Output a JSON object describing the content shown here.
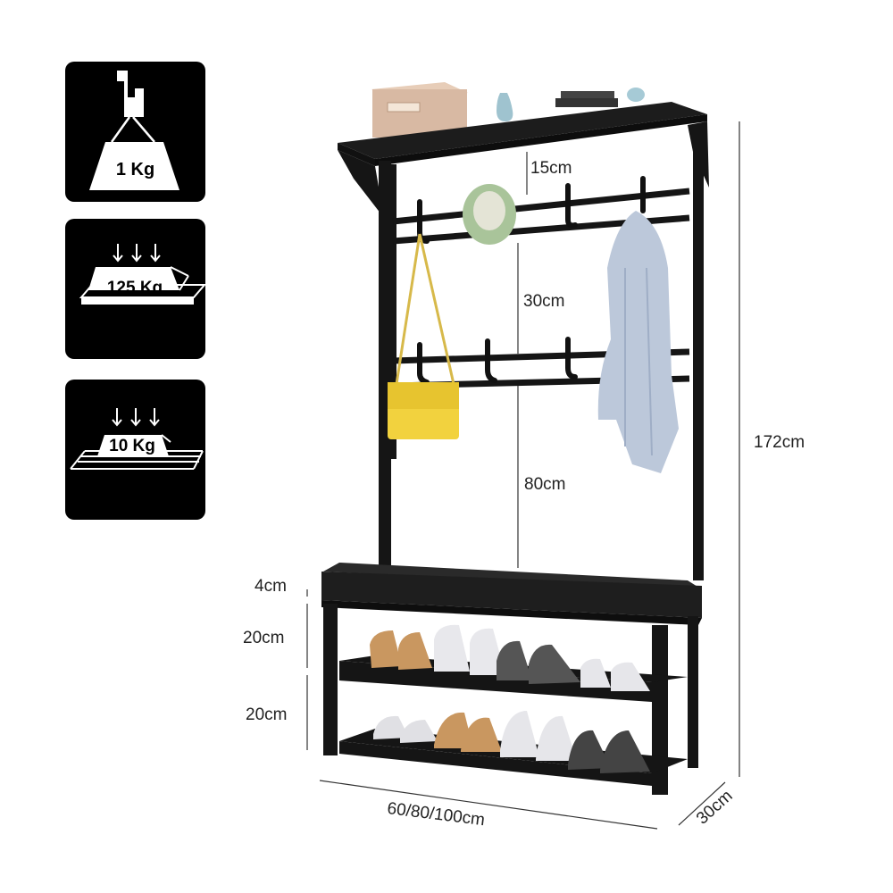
{
  "badges": {
    "hook_load": "1 Kg",
    "bench_load": "125 Kg",
    "shelf_load": "10 Kg"
  },
  "dimensions": {
    "shelf_to_hook": "15cm",
    "hook_to_hook": "30cm",
    "hook_to_bench": "80cm",
    "seat_thickness": "4cm",
    "upper_shelf_gap": "20cm",
    "lower_shelf_gap": "20cm",
    "total_height": "172cm",
    "width": "60/80/100cm",
    "depth": "30cm"
  },
  "colors": {
    "frame": "#151515",
    "badge_bg": "#000000",
    "box": "#d8b9a3",
    "hat": "#a9c49a",
    "bag": "#f2d23e",
    "shirt": "#bcc8da"
  }
}
